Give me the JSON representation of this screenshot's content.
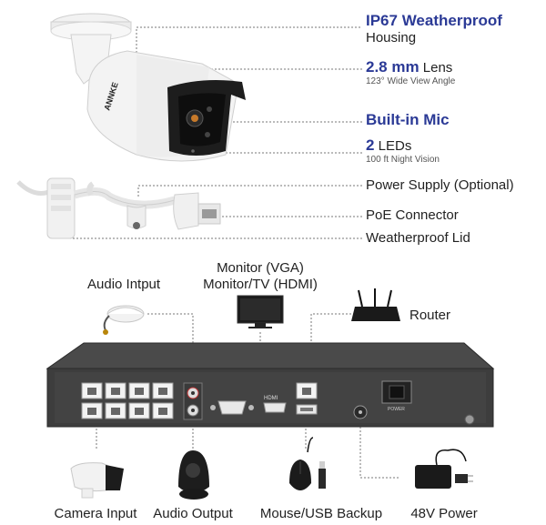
{
  "camera_specs": {
    "housing": {
      "highlight": "IP67 Weatherproof",
      "rest": "Housing"
    },
    "lens": {
      "highlight": "2.8 mm",
      "rest": " Lens",
      "sub": "123° Wide View Angle"
    },
    "mic": {
      "highlight": "Built-in Mic"
    },
    "leds": {
      "highlight": "2",
      "rest": " LEDs",
      "sub": "100 ft Night Vision"
    },
    "power_supply": "Power Supply (Optional)",
    "poe_connector": "PoE Connector",
    "weatherproof_lid": "Weatherproof Lid"
  },
  "camera_brand": "ANNKE",
  "nvr_top_labels": {
    "audio_input": "Audio Intput",
    "monitor_vga": "Monitor (VGA)",
    "monitor_hdmi": "Monitor/TV (HDMI)",
    "router": "Router"
  },
  "nvr_port_labels": {
    "hdmi": "HDMI",
    "power": "POWER"
  },
  "nvr_bottom_labels": {
    "camera_input": "Camera Input",
    "audio_output": "Audio Output",
    "mouse_usb": "Mouse/USB Backup",
    "power_48v": "48V Power"
  },
  "colors": {
    "accent": "#2b3a96",
    "nvr_body": "#3d3d3d",
    "leader": "#777777"
  }
}
